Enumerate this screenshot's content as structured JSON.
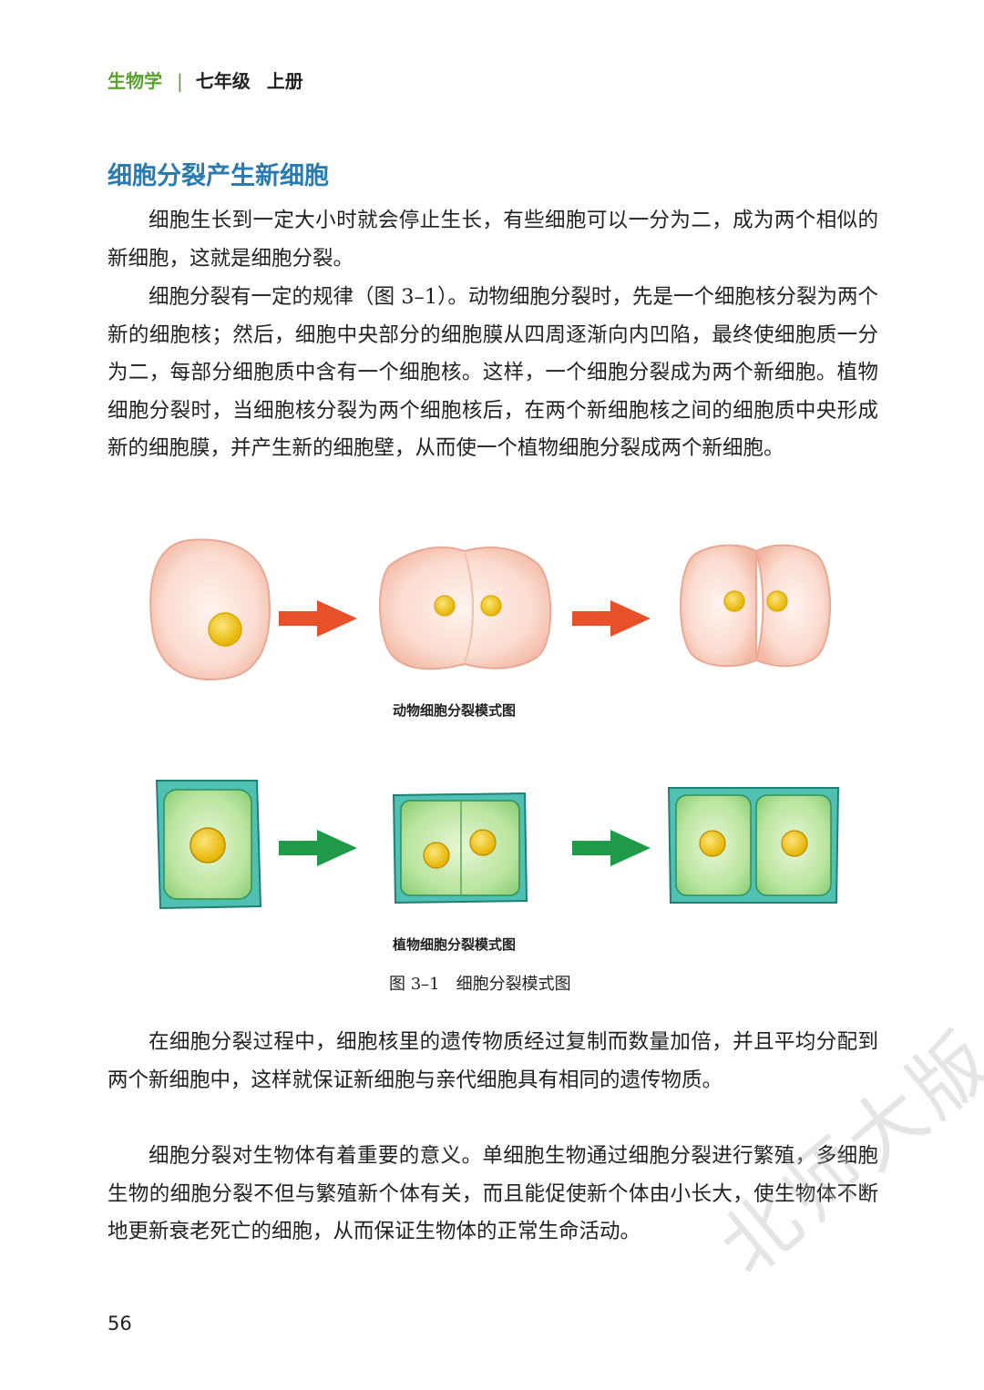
{
  "header": {
    "subject": "生物学",
    "separator": "|",
    "grade": "七年级",
    "volume": "上册"
  },
  "section": {
    "title": "细胞分裂产生新细胞"
  },
  "paragraphs": [
    "细胞生长到一定大小时就会停止生长，有些细胞可以一分为二，成为两个相似的新细胞，这就是细胞分裂。",
    "细胞分裂有一定的规律（图 3–1）。动物细胞分裂时，先是一个细胞核分裂为两个新的细胞核；然后，细胞中央部分的细胞膜从四周逐渐向内凹陷，最终使细胞质一分为二，每部分细胞质中含有一个细胞核。这样，一个细胞分裂成为两个新细胞。植物细胞分裂时，当细胞核分裂为两个细胞核后，在两个新细胞核之间的细胞质中央形成新的细胞膜，并产生新的细胞壁，从而使一个植物细胞分裂成两个新细胞。",
    "在细胞分裂过程中，细胞核里的遗传物质经过复制而数量加倍，并且平均分配到两个新细胞中，这样就保证新细胞与亲代细胞具有相同的遗传物质。",
    "细胞分裂对生物体有着重要的意义。单细胞生物通过细胞分裂进行繁殖，多细胞生物的细胞分裂不但与繁殖新个体有关，而且能促使新个体由小长大，使生物体不断地更新衰老死亡的细胞，从而保证生物体的正常生命活动。"
  ],
  "figure": {
    "animal_caption": "动物细胞分裂模式图",
    "plant_caption": "植物细胞分裂模式图",
    "label": "图 3–1",
    "title": "细胞分裂模式图"
  },
  "page_number": "56",
  "watermark": "北师大版",
  "colors": {
    "header_green": "#5aa02c",
    "title_blue": "#2a7bb0",
    "animal_arrow": "#e8502a",
    "plant_arrow": "#1f9a48",
    "animal_cell": "#f6c9b8",
    "plant_wall": "#3bb0a0",
    "plant_cytoplasm": "#a6dc8c",
    "nucleus": "#f0c419"
  }
}
